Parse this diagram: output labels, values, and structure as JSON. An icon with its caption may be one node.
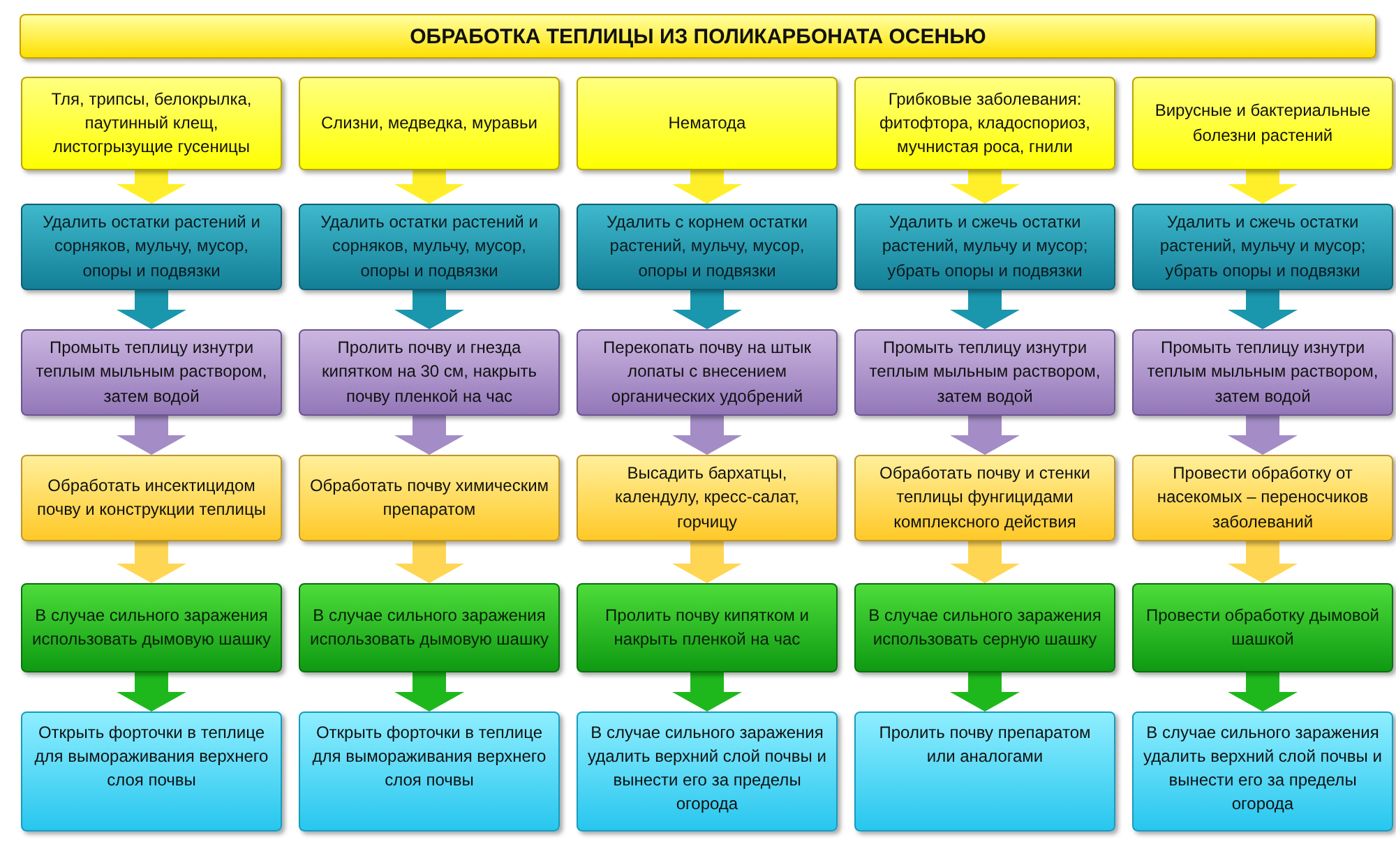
{
  "diagram": {
    "title": "ОБРАБОТКА ТЕПЛИЦЫ ИЗ ПОЛИКАРБОНАТА ОСЕНЬЮ",
    "nodes": [
      {
        "text": [
          "Тля, трипсы, белокрылка, паутинный клещ, листогрызущие гусеницы"
        ]
      },
      {
        "text": [
          "Слизни, медведка, муравьи"
        ]
      },
      {
        "text": [
          "Нематода"
        ]
      },
      {
        "text": [
          "Грибковые заболевания: фитофтора, кладоспориоз, мучнистая роса, гнили"
        ]
      },
      {
        "text": [
          "Вирусные и бактериальные болезни растений"
        ]
      },
      {
        "text": [
          "Удалить остатки растений и сорняков, мульчу, мусор, опоры и подвязки"
        ]
      },
      {
        "text": [
          "Удалить остатки растений и сорняков, мульчу, мусор, опоры и подвязки"
        ]
      },
      {
        "text": [
          "Удалить с корнем остатки растений, мульчу, мусор, опоры и подвязки"
        ]
      },
      {
        "text": [
          "Удалить и сжечь остатки растений, мульчу и мусор; убрать опоры и подвязки"
        ]
      },
      {
        "text": [
          "Удалить и сжечь остатки растений, мульчу и мусор; убрать опоры и подвязки"
        ]
      },
      {
        "text": [
          "Промыть теплицу изнутри теплым мыльным раствором, затем водой"
        ]
      },
      {
        "text": [
          "Пролить почву и гнезда кипятком на 30 см, накрыть почву пленкой на час"
        ]
      },
      {
        "text": [
          "Перекопать почву на штык лопаты с внесением органических удобрений"
        ]
      },
      {
        "text": [
          "Промыть теплицу изнутри теплым мыльным раствором, затем водой"
        ]
      },
      {
        "text": [
          "Промыть теплицу изнутри теплым мыльным раствором, затем водой"
        ]
      },
      {
        "text": [
          "Обработать инсектицидом почву и конструкции теплицы"
        ]
      },
      {
        "text": [
          "Обработать почву химическим препаратом"
        ]
      },
      {
        "text": [
          "Высадить бархатцы, календулу, кресс-салат, горчицу"
        ]
      },
      {
        "text": [
          "Обработать почву и стенки теплицы фунгицидами комплексного действия"
        ]
      },
      {
        "text": [
          "Провести обработку от насекомых – переносчиков заболеваний"
        ]
      },
      {
        "text": [
          "В случае сильного заражения использовать дымовую шашку"
        ]
      },
      {
        "text": [
          "В случае сильного заражения использовать дымовую шашку"
        ]
      },
      {
        "text": [
          "Пролить почву кипятком и накрыть пленкой на час"
        ]
      },
      {
        "text": [
          "В случае сильного заражения использовать серную шашку"
        ]
      },
      {
        "text": [
          "Провести обработку дымовой шашкой"
        ]
      },
      {
        "text": [
          "Открыть форточки в теплице для вымораживания верхнего слоя почвы"
        ]
      },
      {
        "text": [
          "Открыть форточки в теплице для вымораживания верхнего слоя почвы"
        ]
      },
      {
        "text": [
          "В случае сильного заражения удалить верхний слой почвы и вынести его за пределы огорода"
        ]
      },
      {
        "text": [
          "Пролить почву препаратом или аналогами"
        ]
      },
      {
        "text": [
          "В случае сильного заражения удалить верхний слой почвы и вынести его за пределы огорода"
        ]
      }
    ],
    "edges": [
      {
        "from": 0,
        "to": 5,
        "arrow": "to",
        "color": "#ffef2a"
      },
      {
        "from": 1,
        "to": 6,
        "arrow": "to",
        "color": "#ffef2a"
      },
      {
        "from": 2,
        "to": 7,
        "arrow": "to",
        "color": "#ffef2a"
      },
      {
        "from": 3,
        "to": 8,
        "arrow": "to",
        "color": "#ffef2a"
      },
      {
        "from": 4,
        "to": 9,
        "arrow": "to",
        "color": "#ffef2a"
      },
      {
        "from": 5,
        "to": 10,
        "arrow": "to",
        "color": "#1a96ad"
      },
      {
        "from": 6,
        "to": 11,
        "arrow": "to",
        "color": "#1a96ad"
      },
      {
        "from": 7,
        "to": 12,
        "arrow": "to",
        "color": "#1a96ad"
      },
      {
        "from": 8,
        "to": 13,
        "arrow": "to",
        "color": "#1a96ad"
      },
      {
        "from": 9,
        "to": 14,
        "arrow": "to",
        "color": "#1a96ad"
      },
      {
        "from": 10,
        "to": 15,
        "arrow": "to",
        "color": "#a48cc6"
      },
      {
        "from": 11,
        "to": 16,
        "arrow": "to",
        "color": "#a48cc6"
      },
      {
        "from": 12,
        "to": 17,
        "arrow": "to",
        "color": "#a48cc6"
      },
      {
        "from": 13,
        "to": 18,
        "arrow": "to",
        "color": "#a48cc6"
      },
      {
        "from": 14,
        "to": 19,
        "arrow": "to",
        "color": "#a48cc6"
      },
      {
        "from": 15,
        "to": 20,
        "arrow": "to",
        "color": "#ffd653"
      },
      {
        "from": 16,
        "to": 21,
        "arrow": "to",
        "color": "#ffd653"
      },
      {
        "from": 17,
        "to": 22,
        "arrow": "to",
        "color": "#ffd653"
      },
      {
        "from": 18,
        "to": 23,
        "arrow": "to",
        "color": "#ffd653"
      },
      {
        "from": 19,
        "to": 24,
        "arrow": "to",
        "color": "#ffd653"
      },
      {
        "from": 20,
        "to": 25,
        "arrow": "to",
        "color": "#1eb81c"
      },
      {
        "from": 21,
        "to": 26,
        "arrow": "to",
        "color": "#1eb81c"
      },
      {
        "from": 22,
        "to": 27,
        "arrow": "to",
        "color": "#1eb81c"
      },
      {
        "from": 23,
        "to": 28,
        "arrow": "to",
        "color": "#1eb81c"
      },
      {
        "from": 24,
        "to": 29,
        "arrow": "to",
        "color": "#1eb81c"
      }
    ]
  }
}
